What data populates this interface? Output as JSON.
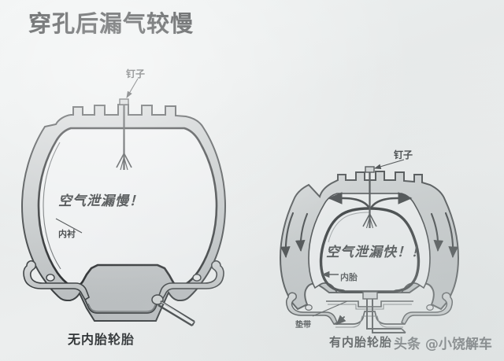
{
  "page": {
    "title": "穿孔后漏气较慢",
    "background_color": "#eaeced",
    "tire_fill_color": "#c9cccd",
    "outline_color": "#3a3e40"
  },
  "left_diagram": {
    "caption": "无内胎轮胎",
    "labels": {
      "nail": "钉子",
      "leak": "空气泄漏慢！",
      "liner": "内衬"
    }
  },
  "right_diagram": {
    "caption": "有内胎轮胎",
    "labels": {
      "nail": "钉子",
      "leak": "空气泄漏快！！",
      "tube": "内胎",
      "band": "垫带"
    }
  },
  "watermark": {
    "text": "头条 @小饶解车"
  }
}
